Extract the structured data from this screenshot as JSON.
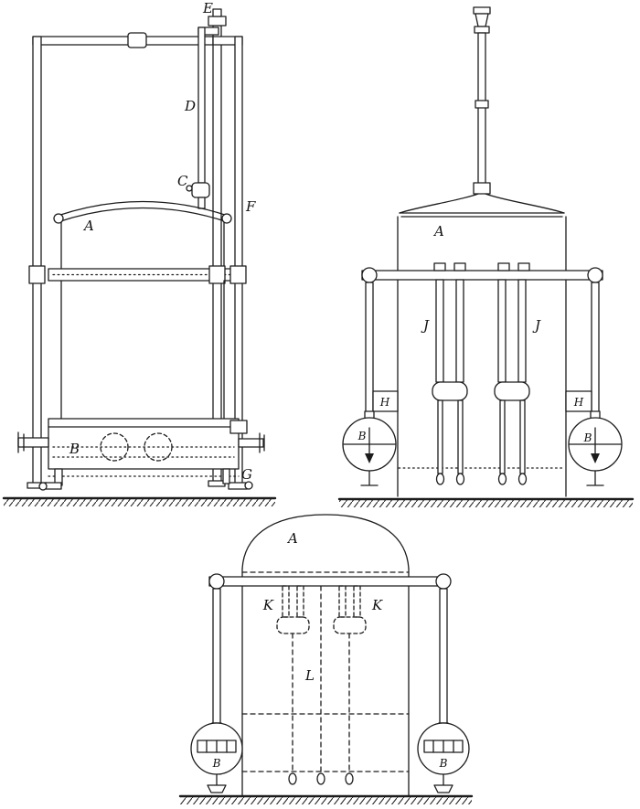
{
  "colors": {
    "ink": "#1c1c1c",
    "paper": "#ffffff"
  },
  "figures": {
    "side_elevation": {
      "labels": {
        "E": "E",
        "D": "D",
        "C": "C",
        "F": "F",
        "A": "A",
        "B": "B",
        "G": "G"
      }
    },
    "front_elevation": {
      "labels": {
        "A": "A",
        "J_left": "J",
        "J_right": "J",
        "H_left": "H",
        "H_right": "H",
        "B_left": "B",
        "B_right": "B"
      }
    },
    "end_elevation": {
      "labels": {
        "A": "A",
        "K_left": "K",
        "K_right": "K",
        "L": "L",
        "B_left": "B",
        "B_right": "B"
      }
    }
  }
}
